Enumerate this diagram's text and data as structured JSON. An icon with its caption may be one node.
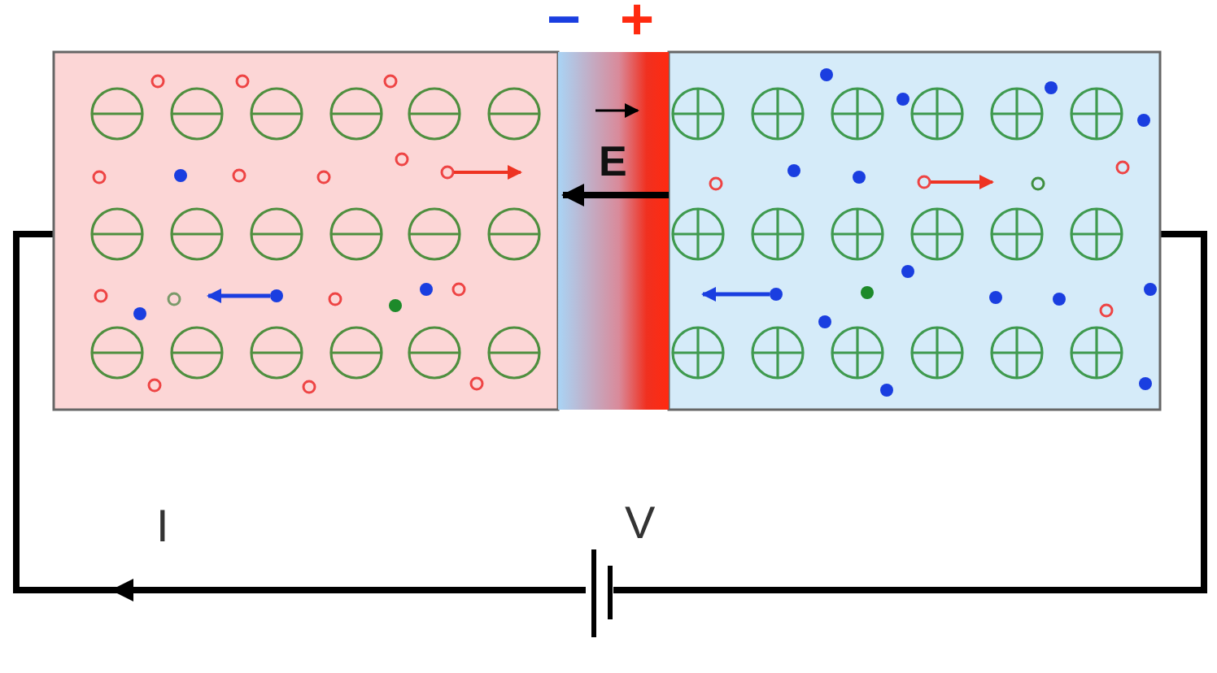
{
  "diagram": {
    "labels": [
      "−",
      "+",
      "E",
      "I",
      "V"
    ]
  }
}
